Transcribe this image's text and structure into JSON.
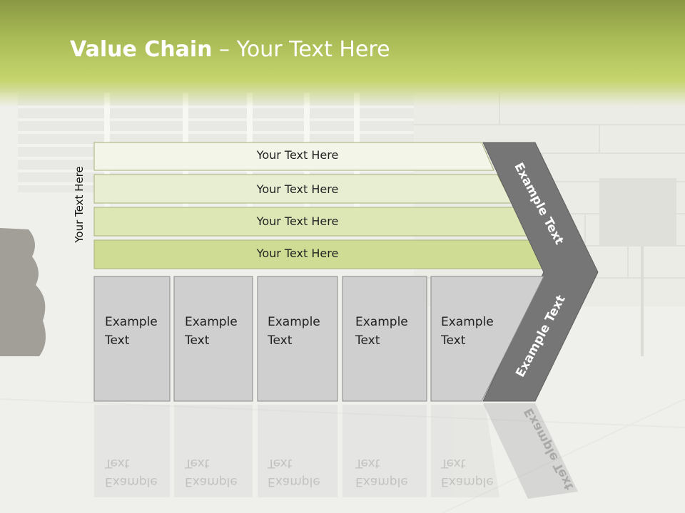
{
  "slide": {
    "title_bold": "Value Chain",
    "title_rest": " – Your Text Here",
    "side_label": "Your Text Here"
  },
  "strips": [
    {
      "label": "Your Text Here",
      "color": "#f2f5e8"
    },
    {
      "label": "Your Text Here",
      "color": "#e8eed2"
    },
    {
      "label": "Your Text Here",
      "color": "#dde7b6"
    },
    {
      "label": "Your Text Here",
      "color": "#cfdd94"
    }
  ],
  "boxes": [
    {
      "line1": "Example",
      "line2": "Text"
    },
    {
      "line1": "Example",
      "line2": "Text"
    },
    {
      "line1": "Example",
      "line2": "Text"
    },
    {
      "line1": "Example",
      "line2": "Text"
    },
    {
      "line1": "Example",
      "line2": "Text"
    }
  ],
  "chevron": {
    "upper_label": "Example Text",
    "lower_label": "Example Text",
    "color": "#767676"
  },
  "colors": {
    "header_green": "#a8ba55",
    "box_fill": "#cfcfcf",
    "box_stroke": "#8a8a8a"
  }
}
